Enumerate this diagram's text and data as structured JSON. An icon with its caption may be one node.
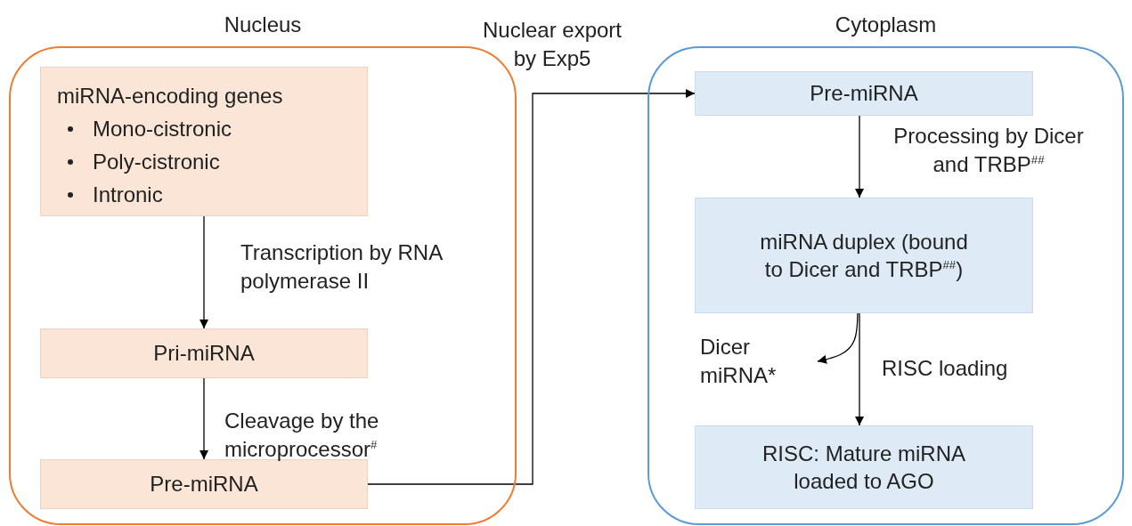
{
  "diagram": {
    "nodes": [
      {
        "text": [
          "Nucleus"
        ]
      },
      {
        "text": [
          "miRNA-encoding genes",
          "Mono-cistronic",
          "Poly-cistronic",
          "Intronic"
        ],
        "in": 0
      },
      {
        "text": [
          "Pri-miRNA"
        ],
        "in": 0
      },
      {
        "text": [
          "Pre-miRNA"
        ],
        "in": 0
      },
      {
        "text": [
          "Cytoplasm"
        ]
      },
      {
        "text": [
          "Pre-miRNA"
        ],
        "in": 4
      },
      {
        "text": [
          "miRNA duplex (bound to Dicer and TRBP$^{##}$)"
        ],
        "in": 4
      },
      {
        "text": [
          "RISC: Mature miRNA loaded to AGO"
        ],
        "in": 4
      },
      {
        "text": [
          "Dicer miRNA*"
        ],
        "in": 4
      }
    ],
    "edges": [
      {
        "from": 1,
        "to": 2,
        "arrow": "to",
        "label": "Transcription by RNA polymerase II"
      },
      {
        "from": 2,
        "to": 3,
        "arrow": "to",
        "label": "Cleavage by the microprocessor$^{#}$"
      },
      {
        "from": 3,
        "to": 5,
        "arrow": "to",
        "label": "Nuclear export by Exp5"
      },
      {
        "from": 5,
        "to": 6,
        "arrow": "to",
        "label": "Processing by Dicer and TRBP$^{##}$"
      },
      {
        "from": 6,
        "to": 7,
        "arrow": "to",
        "label": "RISC loading"
      },
      {
        "from": 6,
        "to": 8,
        "arrow": "to"
      }
    ]
  }
}
